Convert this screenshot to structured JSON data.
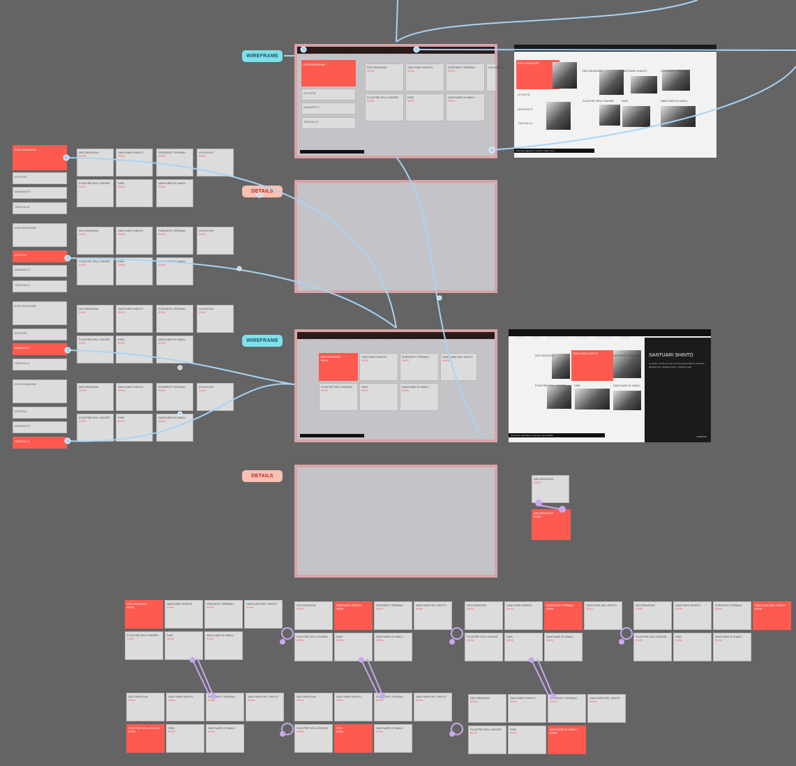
{
  "tags": {
    "wireframe": "WIREFRAME",
    "details": "DETAILS"
  },
  "nav": [
    "MAPPA",
    "DIARIO",
    "ATTREZZATURA",
    "TECNICHE",
    "COMPENDIO",
    "OPZIONI"
  ],
  "sidebar": [
    "ESPLORAZIONE",
    "ATTIVITÀ",
    "MANUFATTI",
    "TRACOLLA"
  ],
  "tiles": [
    "DECORAZIONI",
    "SANTUARI SHINTO",
    "SORGENTI TERMALI",
    "SANTUARI DEL VENTO",
    "PLASTRE DELL'ONORE",
    "FARI",
    "SANTUARI DI HAIKU"
  ],
  "xxx": "XXXXXXXX",
  "value": "99/99",
  "bar_text": "XXXXXXXXXXXXXXXXXXXXXXXXXXXXXXXXXX",
  "shot1": {
    "title": "ESPLORAZIONE",
    "sidebar": [
      "ATTIVITÀ",
      "MANUFATTI",
      "TRACOLLA"
    ],
    "tiles": [
      "DECORAZIONI",
      "SANTUARI SHINTO",
      "SORGENTI TERMALI",
      "PLASTRE DELL'ONORE",
      "FARI",
      "SANTUARI DI HAIKU"
    ],
    "footer": "Raccogli oggetti per scoprire luoghi nuovi"
  },
  "shot2": {
    "nav": [
      "MAPPA",
      "DIARIO",
      "ATTREZZATURA",
      "TECNICHE",
      "COMPENDIO",
      "OPZIONI"
    ],
    "panel_title": "SANTUARI SHINTO",
    "panel_text": "Lo shinto, nonché uno dei rito come la più antica e primaria, i santuari sono dedicati al kami, i luoghi di culto.",
    "footer": "Ispeziona i santuari per ottenere nuove abilità",
    "back": "INDIETRO",
    "tiles": [
      "DECORAZIONI",
      "SANTUARI SHINTO",
      "SORGENTI TERMALI",
      "PLASTRE DELL'ONORE",
      "FARI",
      "SANTUARI DI HAIKU"
    ]
  },
  "colors": {
    "accent": "#FE5A50",
    "wire": "#A8D4F5",
    "proto": "#C9A8F0",
    "bg": "#646464"
  }
}
